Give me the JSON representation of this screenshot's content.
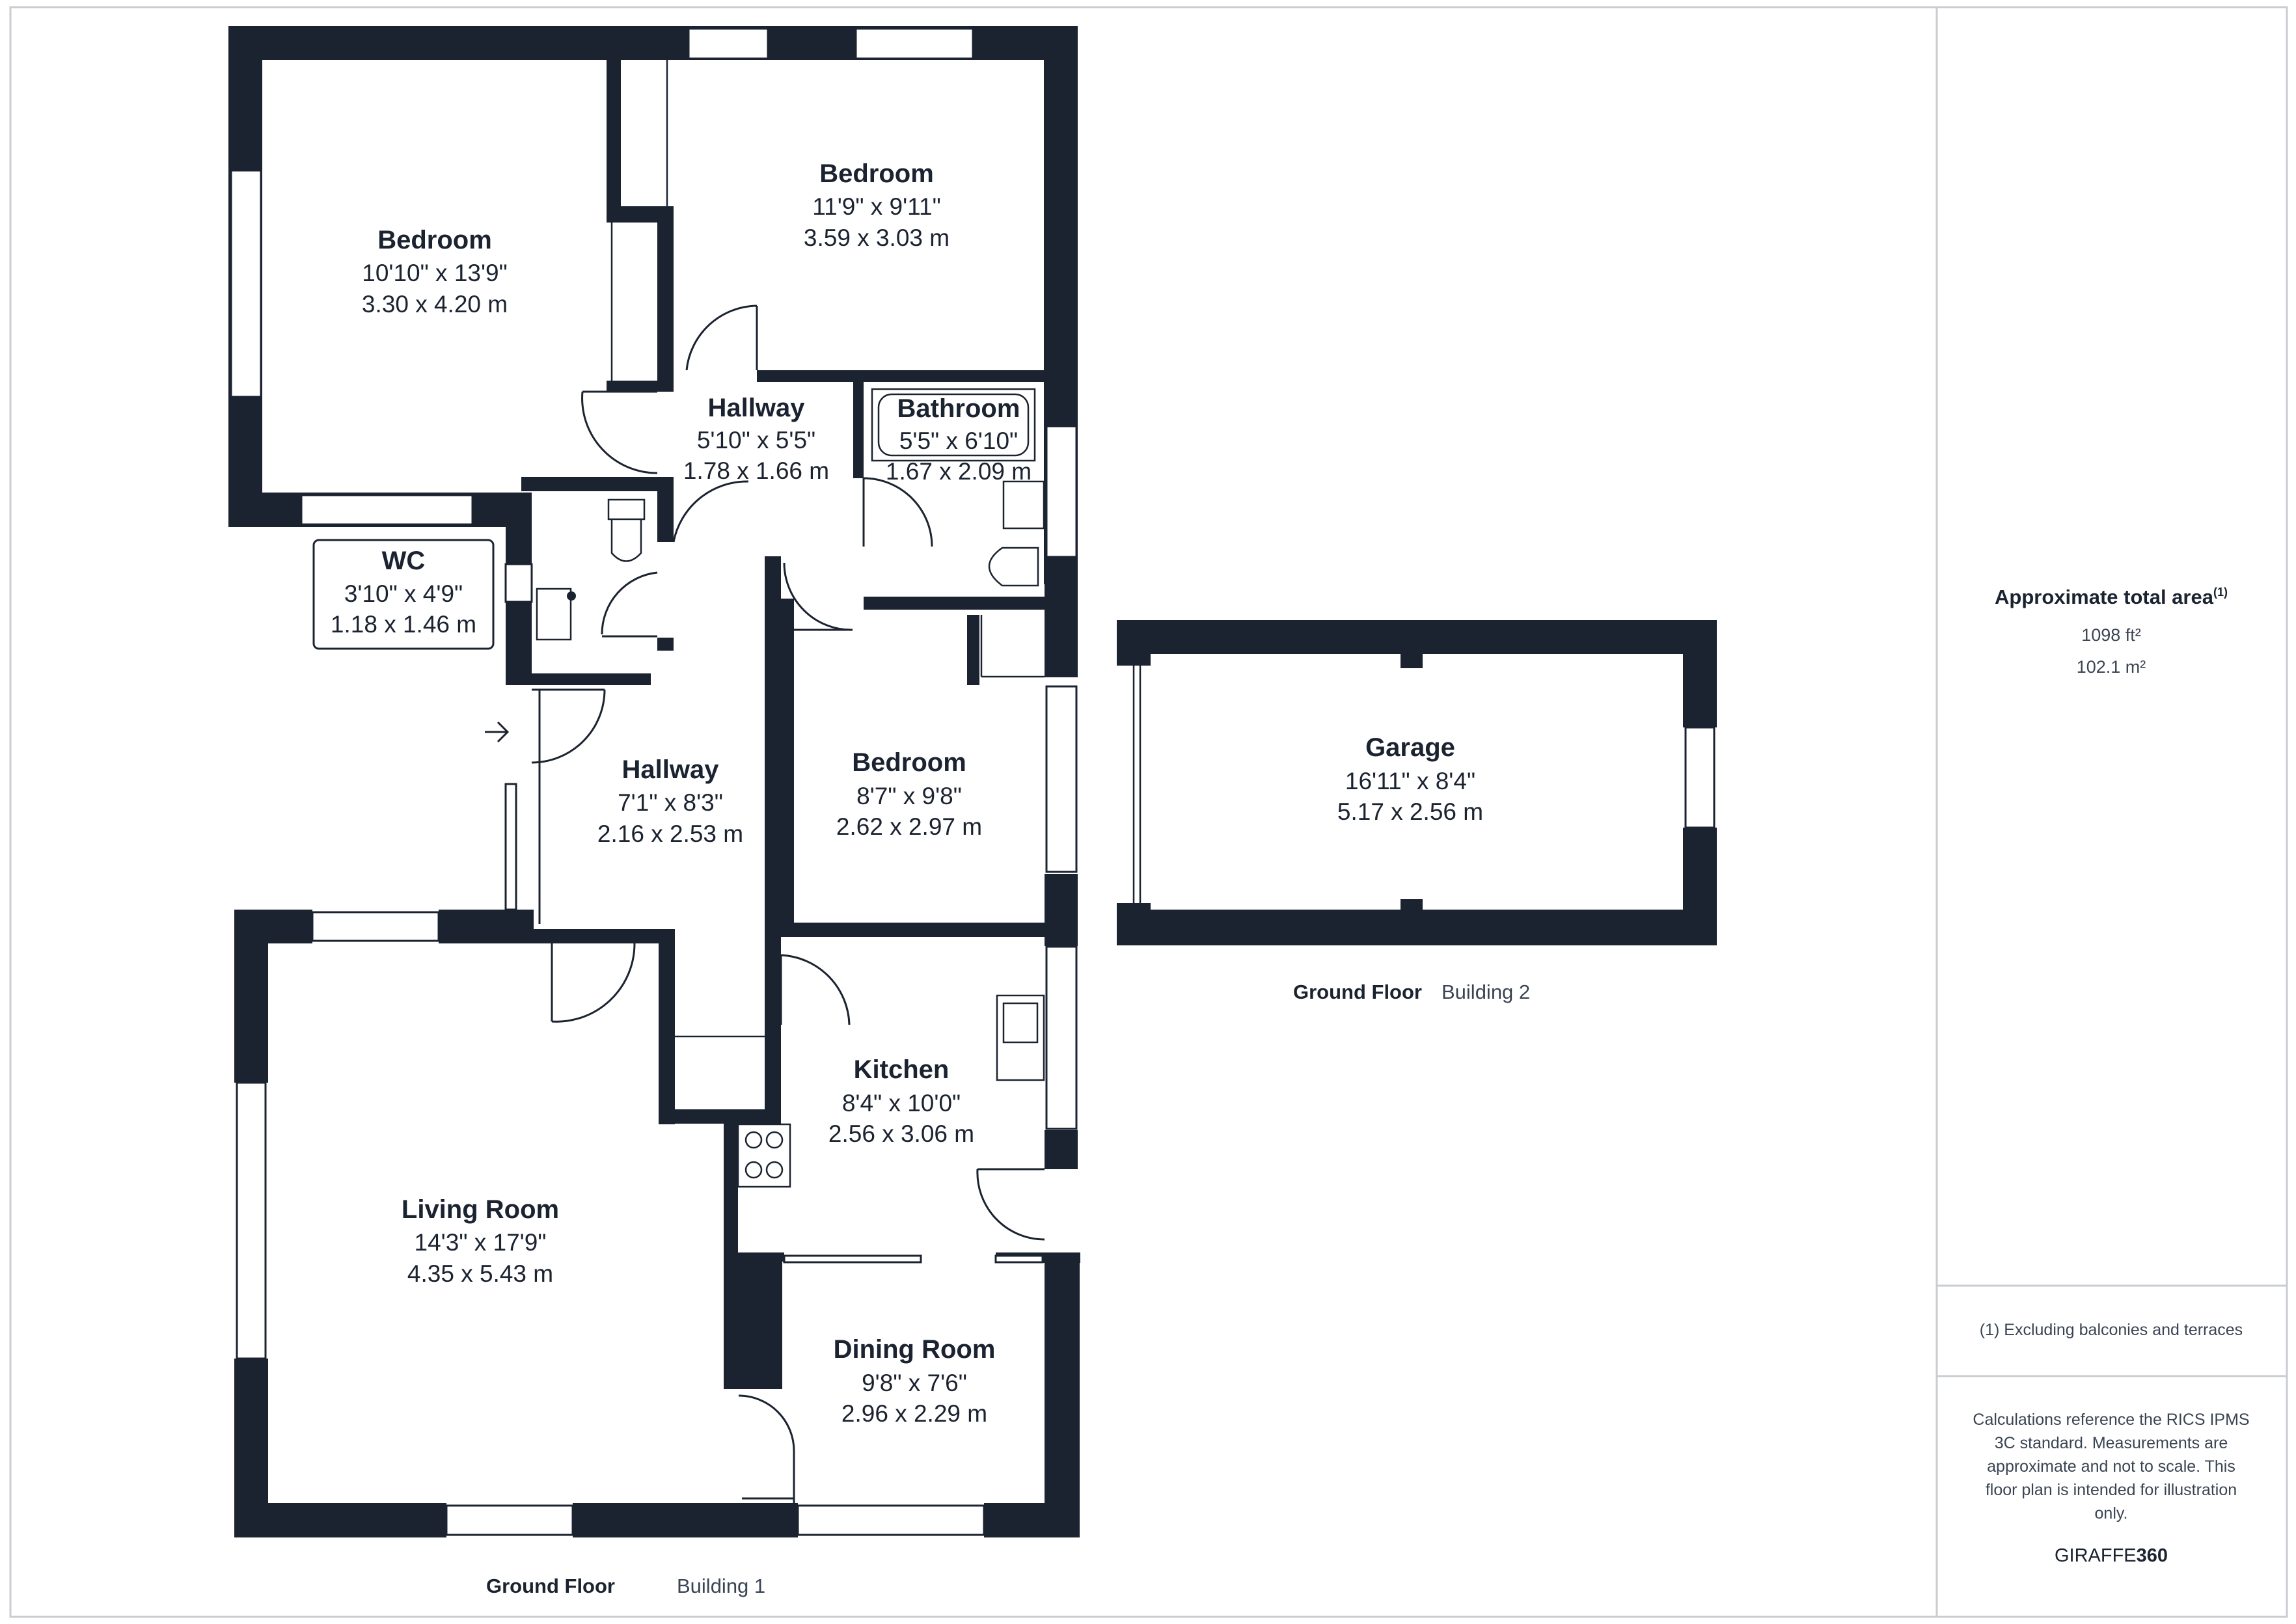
{
  "building1": {
    "rooms": [
      {
        "name": "Bedroom",
        "dim_imperial": "10'10\" x 13'9\"",
        "dim_metric": "3.30 x 4.20 m"
      },
      {
        "name": "Bedroom",
        "dim_imperial": "11'9\" x 9'11\"",
        "dim_metric": "3.59 x 3.03 m"
      },
      {
        "name": "Hallway",
        "dim_imperial": "5'10\" x 5'5\"",
        "dim_metric": "1.78 x 1.66 m"
      },
      {
        "name": "Bathroom",
        "dim_imperial": "5'5\" x 6'10\"",
        "dim_metric": "1.67 x 2.09 m"
      },
      {
        "name": "WC",
        "dim_imperial": "3'10\" x 4'9\"",
        "dim_metric": "1.18 x 1.46 m"
      },
      {
        "name": "Hallway",
        "dim_imperial": "7'1\" x 8'3\"",
        "dim_metric": "2.16 x 2.53 m"
      },
      {
        "name": "Bedroom",
        "dim_imperial": "8'7\" x 9'8\"",
        "dim_metric": "2.62 x 2.97 m"
      },
      {
        "name": "Kitchen",
        "dim_imperial": "8'4\" x 10'0\"",
        "dim_metric": "2.56 x 3.06 m"
      },
      {
        "name": "Living Room",
        "dim_imperial": "14'3\" x 17'9\"",
        "dim_metric": "4.35 x 5.43 m"
      },
      {
        "name": "Dining Room",
        "dim_imperial": "9'8\" x 7'6\"",
        "dim_metric": "2.96 x 2.29 m"
      }
    ],
    "floor_label": "Ground Floor",
    "building_label": "Building 1"
  },
  "building2": {
    "rooms": [
      {
        "name": "Garage",
        "dim_imperial": "16'11\" x 8'4\"",
        "dim_metric": "5.17 x 2.56 m"
      }
    ],
    "floor_label": "Ground Floor",
    "building_label": "Building 2"
  },
  "sidebar": {
    "area_title": "Approximate total area",
    "area_footnote_marker": "(1)",
    "area_sqft": "1098 ft²",
    "area_sqm": "102.1 m²",
    "footnote": "(1) Excluding balconies and terraces",
    "disclaimer_lines": [
      "Calculations reference the RICS IPMS",
      "3C standard. Measurements are",
      "approximate and not to scale. This",
      "floor plan is intended for illustration",
      "only."
    ],
    "brand_prefix": "GIRAFFE",
    "brand_suffix": "360"
  },
  "colors": {
    "wall": "#1b2330",
    "text": "#1b2330",
    "muted_text": "#3a4452",
    "border": "#c9ccd1",
    "background": "#ffffff"
  },
  "icons": [
    "entrance-arrow-icon",
    "hob-icon",
    "sink-icon",
    "toilet-icon",
    "bath-icon",
    "basin-icon"
  ]
}
